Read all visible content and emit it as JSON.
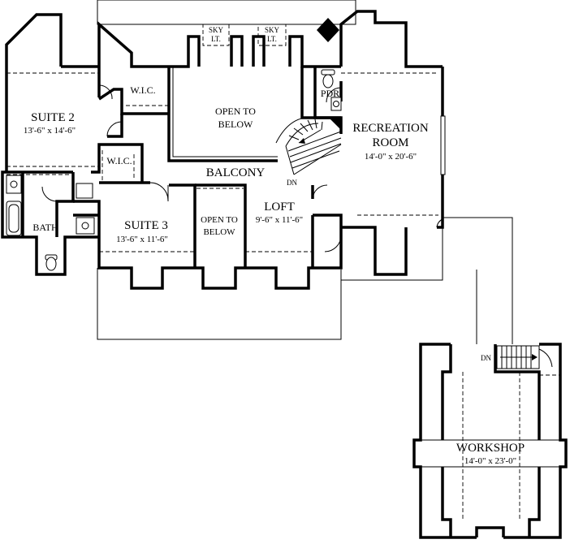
{
  "rooms": {
    "suite2": {
      "name": "SUITE 2",
      "dims": "13'-6\" x 14'-6\""
    },
    "wic_upper": {
      "name": "W.I.C."
    },
    "open_below_top": {
      "line1": "OPEN TO",
      "line2": "BELOW"
    },
    "pdr": {
      "name": "PDR."
    },
    "recreation": {
      "line1": "RECREATION",
      "line2": "ROOM",
      "dims": "14'-0\" x 20'-6\""
    },
    "wic_lower": {
      "name": "W.I.C."
    },
    "balcony": {
      "name": "BALCONY"
    },
    "bath": {
      "name": "BATH"
    },
    "suite3": {
      "name": "SUITE 3",
      "dims": "13'-6\" x 11'-6\""
    },
    "open_below_mid": {
      "line1": "OPEN TO",
      "line2": "BELOW"
    },
    "loft": {
      "name": "LOFT",
      "dims": "9'-6\" x 11'-6\""
    },
    "workshop": {
      "name": "WORKSHOP",
      "dims": "14'-0\" x 23'-0\""
    }
  },
  "skylights": [
    {
      "line1": "SKY",
      "line2": "LT."
    },
    {
      "line1": "SKY",
      "line2": "LT."
    }
  ],
  "stairs": {
    "main_dn": "DN",
    "workshop_dn": "DN"
  }
}
